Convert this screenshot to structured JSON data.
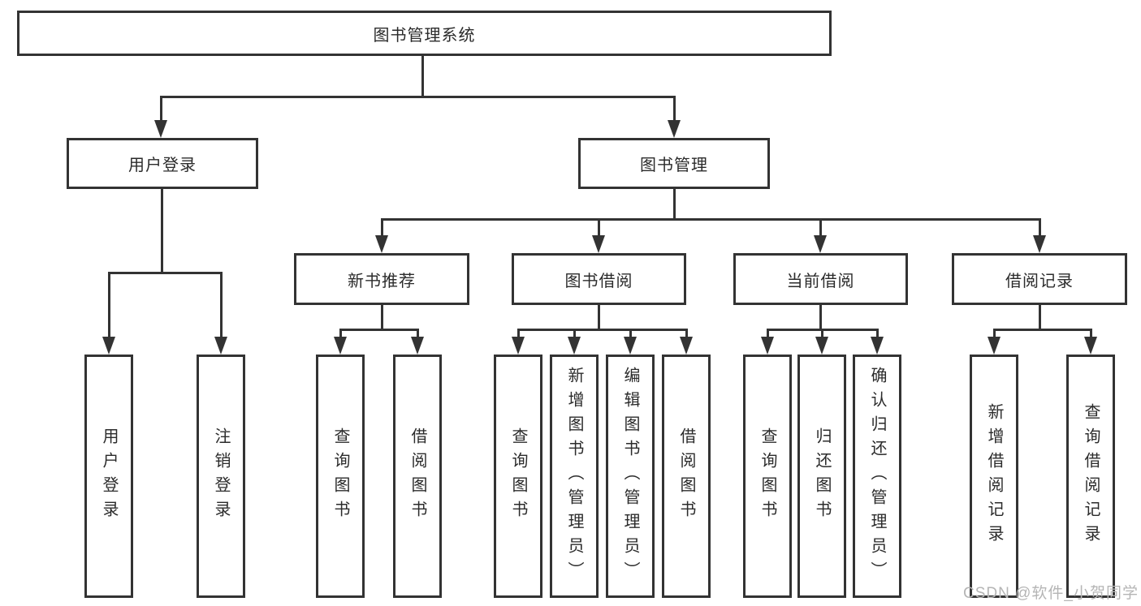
{
  "diagram_type": "hierarchy-tree",
  "labels": {
    "root": "图书管理系统",
    "user_login": "用户登录",
    "book_management": "图书管理",
    "new_book_recommend": "新书推荐",
    "book_borrowing": "图书借阅",
    "current_borrowing": "当前借阅",
    "borrow_records": "借阅记录",
    "leaf_user_login": "用户登录",
    "leaf_logout": "注销登录",
    "leaf_query_books_a": "查询图书",
    "leaf_borrow_books_a": "借阅图书",
    "leaf_query_books_b": "查询图书",
    "leaf_add_books_admin": "新增图书（管理员）",
    "leaf_edit_books_admin": "编辑图书（管理员）",
    "leaf_borrow_books_b": "借阅图书",
    "leaf_query_books_c": "查询图书",
    "leaf_return_books": "归还图书",
    "leaf_confirm_return_admin": "确认归还（管理员）",
    "leaf_add_borrow_record": "新增借阅记录",
    "leaf_query_borrow_record": "查询借阅记录"
  },
  "hierarchy": {
    "图书管理系统": {
      "用户登录": [
        "用户登录",
        "注销登录"
      ],
      "图书管理": {
        "新书推荐": [
          "查询图书",
          "借阅图书"
        ],
        "图书借阅": [
          "查询图书",
          "新增图书（管理员）",
          "编辑图书（管理员）",
          "借阅图书"
        ],
        "当前借阅": [
          "查询图书",
          "归还图书",
          "确认归还（管理员）"
        ],
        "借阅记录": [
          "新增借阅记录",
          "查询借阅记录"
        ]
      }
    }
  },
  "watermark": "CSDN @软件_小贺同学",
  "colors": {
    "line": "#333333",
    "text": "#2b2b2b",
    "watermark": "#b5b5b5",
    "background": "#ffffff"
  }
}
